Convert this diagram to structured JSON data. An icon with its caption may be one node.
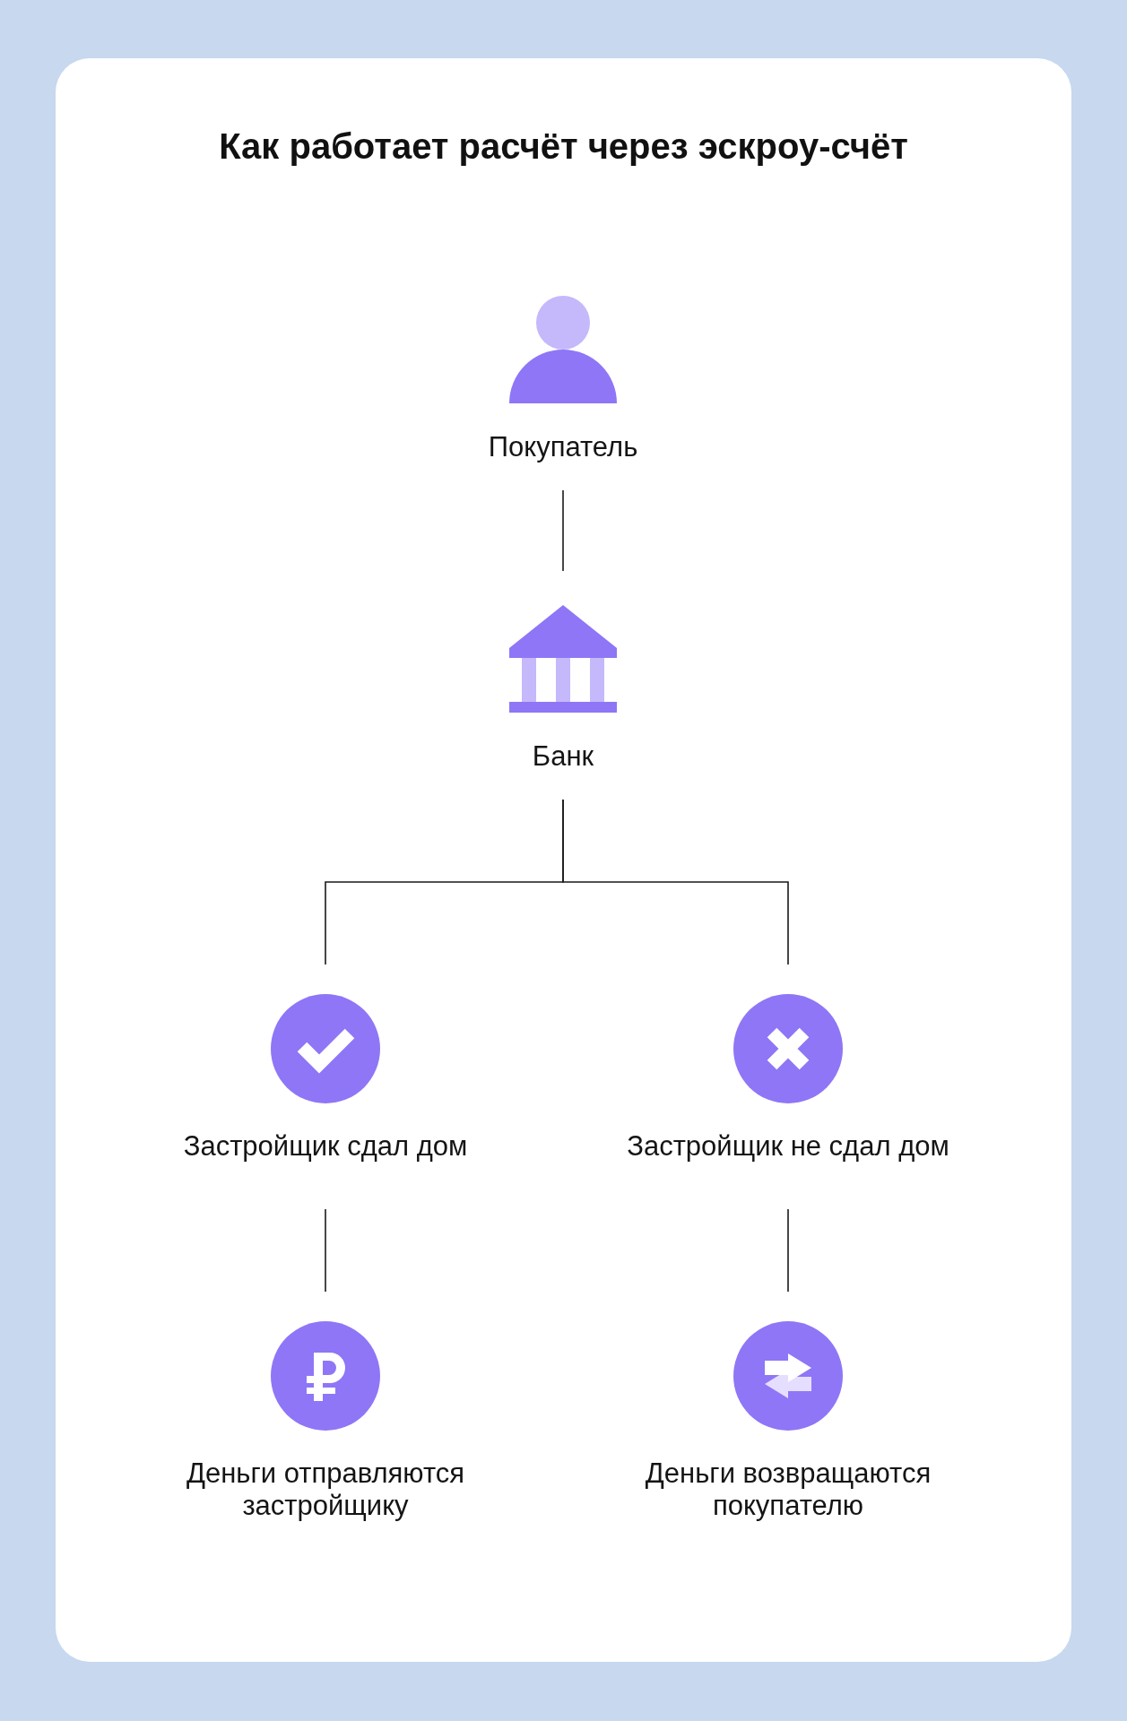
{
  "diagram": {
    "title": "Как работает расчёт через эскроу-счёт",
    "nodes": [
      {
        "text": [
          "Покупатель"
        ]
      },
      {
        "text": [
          "Банк"
        ]
      },
      {
        "text": [
          "Застройщик сдал дом"
        ]
      },
      {
        "text": [
          "Застройщик не сдал дом"
        ]
      },
      {
        "text": [
          "Деньги отправляются застройщику"
        ]
      },
      {
        "text": [
          "Деньги возвращаются покупателю"
        ]
      }
    ],
    "edges": [
      {
        "from": 0,
        "to": 1,
        "arrow": "none"
      },
      {
        "from": 1,
        "to": 2,
        "arrow": "none"
      },
      {
        "from": 1,
        "to": 3,
        "arrow": "none"
      },
      {
        "from": 2,
        "to": 4,
        "arrow": "none"
      },
      {
        "from": 3,
        "to": 5,
        "arrow": "none"
      }
    ]
  }
}
